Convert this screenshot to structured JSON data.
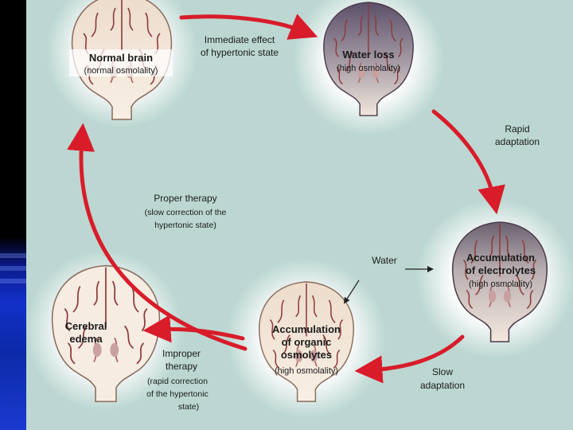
{
  "stages": [
    {
      "title": "Normal brain",
      "subtitle": "(normal osmolality)"
    },
    {
      "title": "Water loss",
      "subtitle": "(high osmolality)"
    },
    {
      "title_line1": "Accumulation",
      "title_line2": "of electrolytes",
      "subtitle": "(high osmolality)"
    },
    {
      "title_line1": "Accumulation",
      "title_line2": "of organic",
      "title_line3": "osmolytes",
      "subtitle": "(high osmolality)"
    },
    {
      "title_line1": "Cerebral",
      "title_line2": "edema"
    }
  ],
  "transitions": {
    "immediate": [
      "Immediate effect",
      "of hypertonic state"
    ],
    "rapid": [
      "Rapid",
      "adaptation"
    ],
    "slow": [
      "Slow",
      "adaptation"
    ],
    "water": "Water",
    "proper": [
      "Proper therapy",
      "(slow correction of the",
      "hypertonic state)"
    ],
    "improper": [
      "Improper",
      "therapy",
      "(rapid correction",
      "of the hypertonic",
      "state)"
    ]
  },
  "colors": {
    "background": "#bcd7d2",
    "arrow": "#d91c2a",
    "cortex_normal": "#f3e3d3",
    "cortex_dry": "#7a6e80",
    "vessel": "#8c3a3a"
  }
}
